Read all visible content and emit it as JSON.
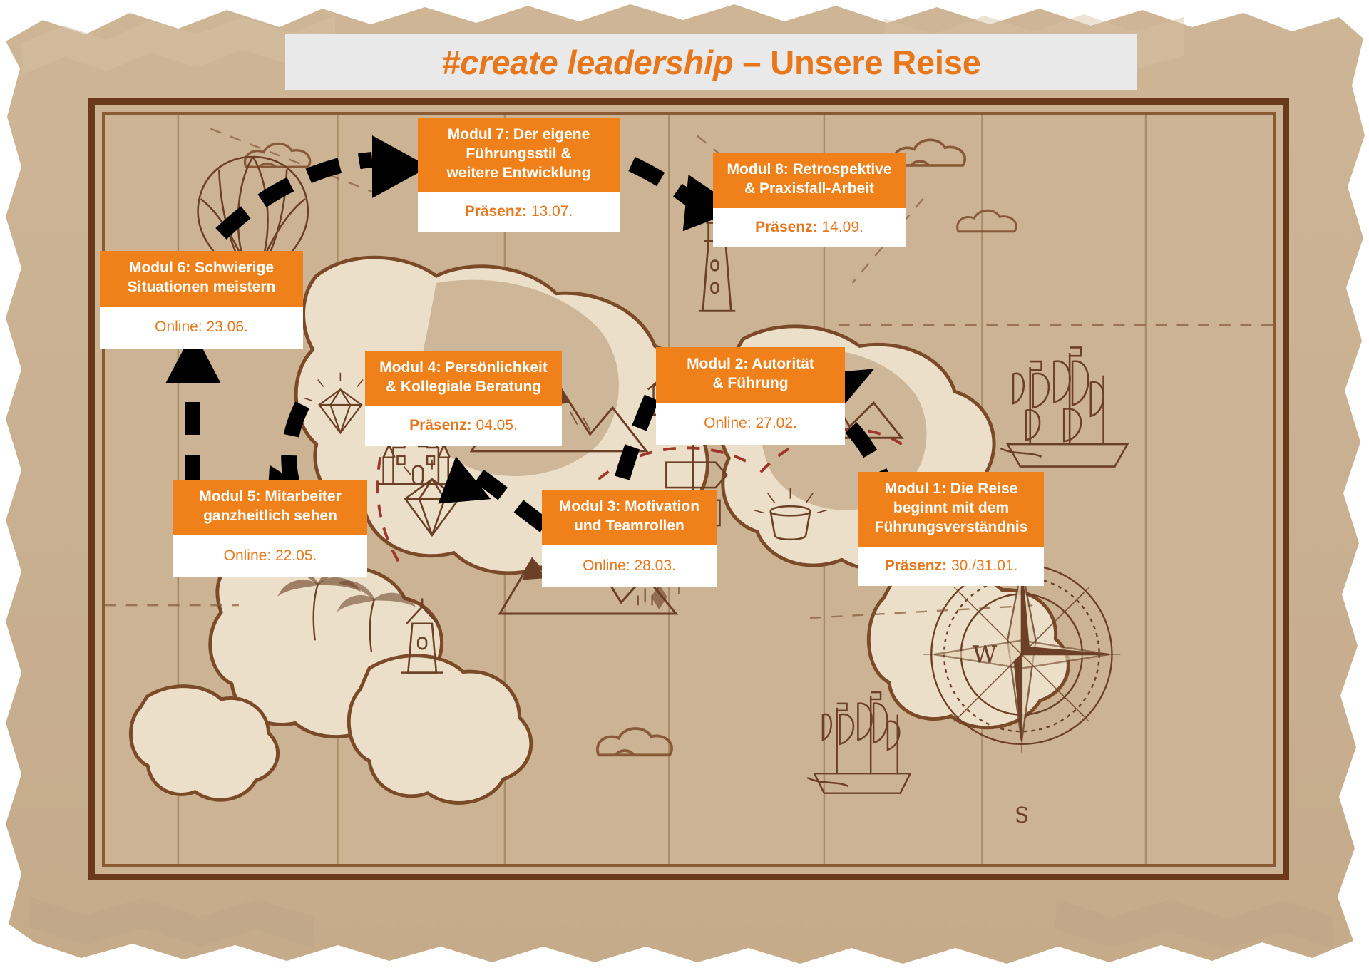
{
  "title": {
    "accent_hex": "#e8761a",
    "hashtag": "#create leadership",
    "separator": " – ",
    "subtitle": "Unsere Reise",
    "full": "#create leadership – Unsere Reise"
  },
  "theme": {
    "orange": "#f08019",
    "orange_text": "#e8761a",
    "paper": "#cbb394",
    "paper_light": "#ece0cc",
    "frame_brown": "#6b3a1c",
    "ink_brown": "#6b4026",
    "title_panel": "#e9e9e9",
    "arrow_black": "#000000",
    "dashed_route": "#9b2f23"
  },
  "modules": [
    {
      "id": "mod1",
      "title": "Modul 1: Die Reise beginnt mit dem Führungsverständnis",
      "title_lines": [
        "Modul 1: Die Reise",
        "beginnt mit dem",
        "Führungsverständnis"
      ],
      "date_label": "Präsenz:",
      "date_value": "30./31.01.",
      "mode": "Präsenz"
    },
    {
      "id": "mod2",
      "title": "Modul 2: Autorität & Führung",
      "title_lines": [
        "Modul 2: Autorität",
        "& Führung"
      ],
      "date_label": "Online:",
      "date_value": "27.02.",
      "mode": "Online"
    },
    {
      "id": "mod3",
      "title": "Modul 3: Motivation und Teamrollen",
      "title_lines": [
        "Modul 3: Motivation",
        "und Teamrollen"
      ],
      "date_label": "Online:",
      "date_value": "28.03.",
      "mode": "Online"
    },
    {
      "id": "mod4",
      "title": "Modul 4: Persönlichkeit & Kollegiale Beratung",
      "title_lines": [
        "Modul 4: Persönlichkeit",
        "& Kollegiale Beratung"
      ],
      "date_label": "Präsenz:",
      "date_value": "04.05.",
      "mode": "Präsenz"
    },
    {
      "id": "mod5",
      "title": "Modul 5: Mitarbeiter ganzheitlich sehen",
      "title_lines": [
        "Modul 5: Mitarbeiter",
        "ganzheitlich sehen"
      ],
      "date_label": "Online:",
      "date_value": "22.05.",
      "mode": "Online"
    },
    {
      "id": "mod6",
      "title": "Modul 6: Schwierige Situationen meistern",
      "title_lines": [
        "Modul 6: Schwierige",
        "Situationen meistern"
      ],
      "date_label": "Online:",
      "date_value": "23.06.",
      "mode": "Online"
    },
    {
      "id": "mod7",
      "title": "Modul 7: Der eigene Führungsstil & weitere Entwicklung",
      "title_lines": [
        "Modul 7: Der eigene",
        "Führungsstil &",
        "weitere Entwicklung"
      ],
      "date_label": "Präsenz:",
      "date_value": "13.07.",
      "mode": "Präsenz"
    },
    {
      "id": "mod8",
      "title": "Modul 8: Retrospektive & Praxisfall-Arbeit",
      "title_lines": [
        "Modul 8: Retrospektive",
        "& Praxisfall-Arbeit"
      ],
      "date_label": "Präsenz:",
      "date_value": "14.09.",
      "mode": "Präsenz"
    }
  ],
  "map_decorations": [
    {
      "name": "hot-air-balloon-icon",
      "label": "Heißluftballon"
    },
    {
      "name": "cloud-icon",
      "label": "Wolke"
    },
    {
      "name": "lighthouse-icon",
      "label": "Leuchtturm"
    },
    {
      "name": "castle-icon",
      "label": "Burg"
    },
    {
      "name": "mountains-icon",
      "label": "Berge"
    },
    {
      "name": "sailing-ship-icon",
      "label": "Segelschiff"
    },
    {
      "name": "compass-rose-icon",
      "label": "Kompassrose"
    },
    {
      "name": "palm-tree-icon",
      "label": "Palmen"
    },
    {
      "name": "signpost-icon",
      "label": "Wegweiser"
    },
    {
      "name": "diamond-icon",
      "label": "Diamant"
    },
    {
      "name": "treasure-icon",
      "label": "Schatz"
    },
    {
      "name": "tower-icon",
      "label": "Turm"
    },
    {
      "name": "pine-forest-icon",
      "label": "Nadelwald"
    }
  ],
  "compass": {
    "west_label": "W",
    "south_label": "S"
  },
  "route": {
    "order": [
      "mod1",
      "mod2",
      "mod3",
      "mod4",
      "mod5",
      "mod6",
      "mod7",
      "mod8"
    ],
    "style": "dashed-black-arrows"
  }
}
